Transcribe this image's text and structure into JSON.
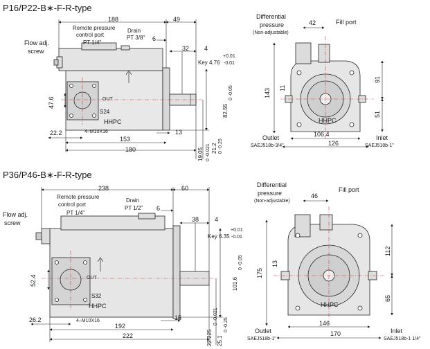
{
  "top": {
    "title": "P16/P22-B∗-F-R-type",
    "side": {
      "flow_adj": [
        "Flow adj.",
        "screw"
      ],
      "remote": [
        "Remote pressure",
        "control port"
      ],
      "remote_port": "PT 1/4\"",
      "drain": "Drain",
      "drain_port": "PT 3/8\"",
      "dim_188": "188",
      "dim_49": "49",
      "dim_6": "6",
      "dim_32": "32",
      "dim_4": "4",
      "key_tol": "+0.01",
      "key": "Key 4.76",
      "key_tol2": "-0.01",
      "dim_47_6": "47.6",
      "dim_22_2": "22.2",
      "bolt": "4–M10X16",
      "dim_153": "153",
      "dim_13": "13",
      "dim_180": "180",
      "shaft_dia": "19.05",
      "shaft_tol": "0 -0.021",
      "shaft_h": "21.2",
      "shaft_h_tol": "0 -0.25",
      "height": "82.55",
      "height_tol": "0 -0.05",
      "out": "OUT",
      "size": "S24",
      "brand": "HHPC"
    },
    "front": {
      "diff": [
        "Differential",
        "pressure",
        "(Non-adjustable)"
      ],
      "fill_port": "Fill port",
      "dim_42": "42",
      "dim_143": "143",
      "dim_91": "91",
      "dim_11": "11",
      "dim_51": "51",
      "dim_106_4": "106.4",
      "dim_126": "126",
      "outlet": "Outlet",
      "outlet_spec": "SAEJ518b-3/4\"",
      "inlet": "Inlet",
      "inlet_spec": "SAEJ518b-1\"",
      "brand": "HHPC"
    }
  },
  "bottom": {
    "title": "P36/P46-B∗-F-R-type",
    "side": {
      "flow_adj": [
        "Flow adj.",
        "screw"
      ],
      "remote": [
        "Remote pressure",
        "control port"
      ],
      "remote_port": "PT 1/4\"",
      "drain": "Drain",
      "drain_port": "PT 1/2\"",
      "dim_238": "238",
      "dim_60": "60",
      "dim_6": "6",
      "dim_38": "38",
      "dim_4": "4",
      "key_tol": "+0.01",
      "key": "Key 6.35",
      "key_tol2": "-0.01",
      "dim_52_4": "52.4",
      "dim_26_2": "26.2",
      "bolt": "4–M10X16",
      "dim_192": "192",
      "dim_15": "15",
      "dim_222": "222",
      "shaft_dia": "22.225",
      "shaft_tol": "0 -0.021",
      "shaft_h": "25.1",
      "shaft_h_tol": "0 -0.25",
      "height": "101.6",
      "height_tol": "0 -0.05",
      "out": "OUT",
      "size": "S32",
      "brand": "HHPC"
    },
    "front": {
      "diff": [
        "Differential",
        "pressure",
        "(Non-adjustable)"
      ],
      "fill_port": "Fill port",
      "dim_46": "46",
      "dim_175": "175",
      "dim_112": "112",
      "dim_13": "13",
      "dim_65": "65",
      "dim_146": "146",
      "dim_170": "170",
      "outlet": "Outlet",
      "outlet_spec": "SAEJ518b-1\"",
      "inlet": "Inlet",
      "inlet_spec": "SAEJ518b-1 1/4\"",
      "brand": "HHPC"
    }
  }
}
